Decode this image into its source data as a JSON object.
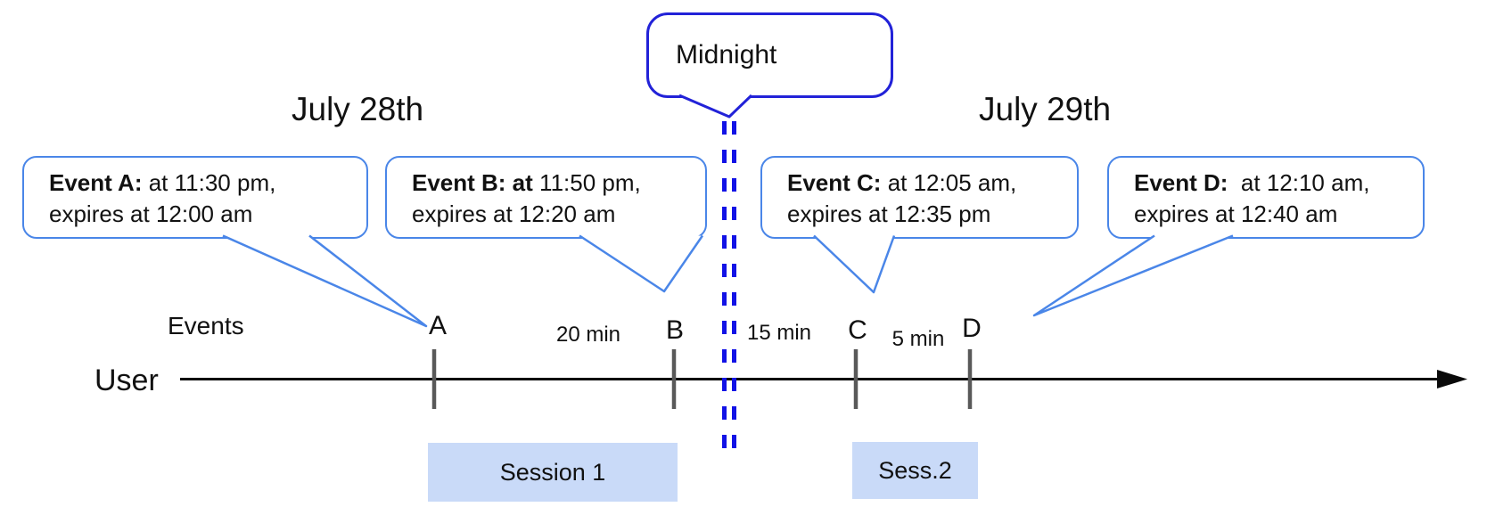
{
  "diagram": {
    "title_left": "July 28th",
    "title_right": "July 29th",
    "midnight_label": "Midnight",
    "axis": {
      "events_label": "Events",
      "user_label": "User"
    },
    "events": [
      {
        "label": "A",
        "bold": "Event A:",
        "rest": " at 11:30 pm,",
        "line2": "expires at 12:00 am"
      },
      {
        "label": "B",
        "bold": "Event B: at",
        "rest": " 11:50 pm,",
        "line2": "expires at 12:20 am"
      },
      {
        "label": "C",
        "bold": "Event C:",
        "rest": " at 12:05 am,",
        "line2": "expires at 12:35 pm"
      },
      {
        "label": "D",
        "bold": "Event D:",
        "rest": "  at 12:10 am,",
        "line2": "expires at 12:40 am"
      }
    ],
    "intervals": [
      {
        "label": "20 min"
      },
      {
        "label": "15 min"
      },
      {
        "label": "5 min"
      }
    ],
    "sessions": [
      {
        "label": "Session 1"
      },
      {
        "label": "Sess.2"
      }
    ],
    "colors": {
      "callout_border": "#4a86e8",
      "midnight_border": "#2222d8",
      "dash_blue": "#1212e6",
      "session_fill": "#c9daf8",
      "tick_gray": "#595959",
      "text": "#111111"
    }
  }
}
